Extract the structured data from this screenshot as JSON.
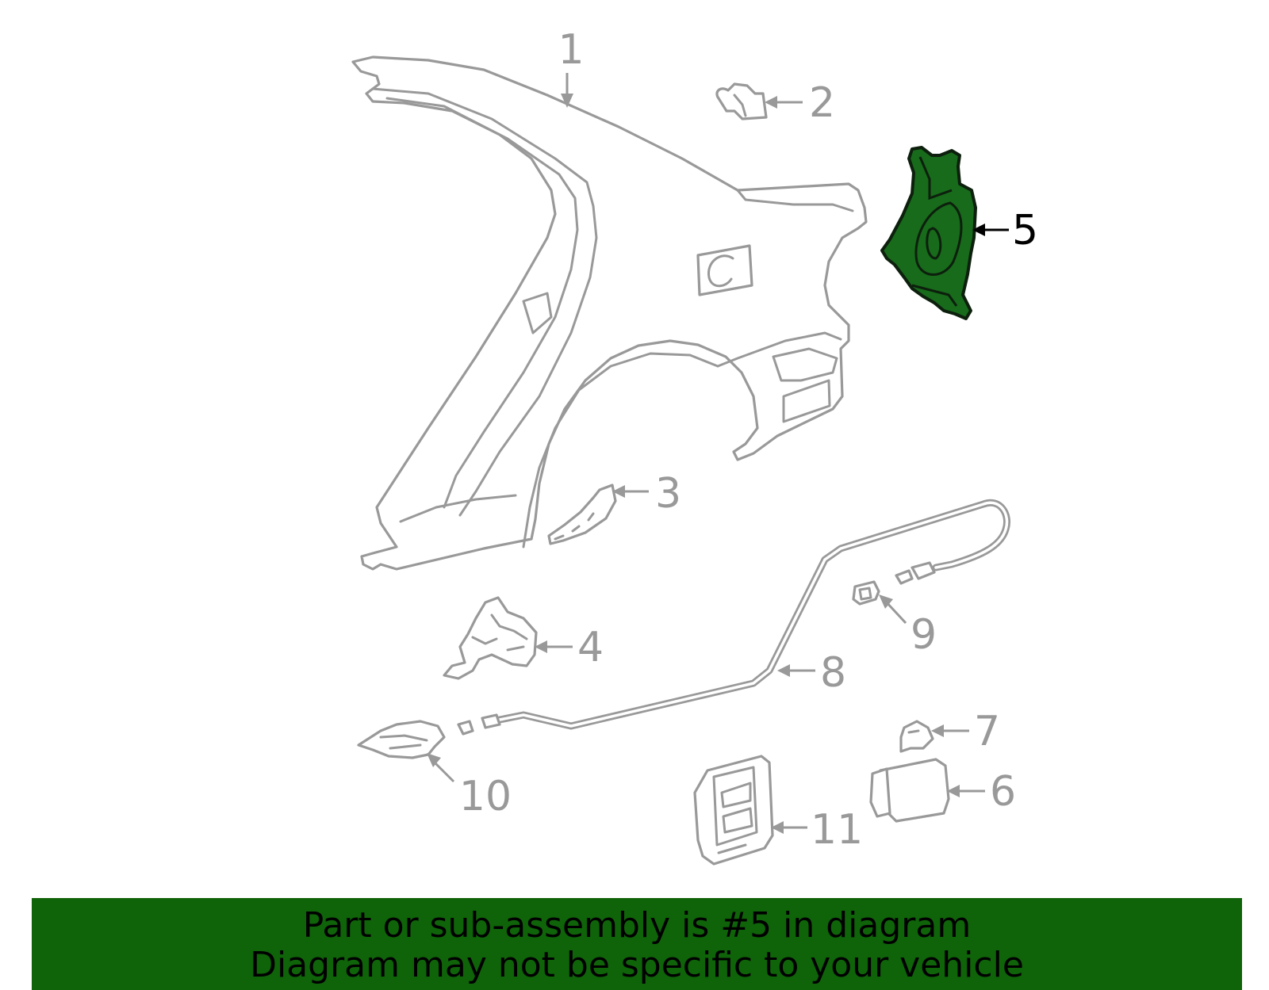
{
  "callouts": {
    "c1": "1",
    "c2": "2",
    "c3": "3",
    "c4": "4",
    "c5": "5",
    "c6": "6",
    "c7": "7",
    "c8": "8",
    "c9": "9",
    "c10": "10",
    "c11": "11"
  },
  "highlighted_part": "5",
  "colors": {
    "line": "#999999",
    "highlight_fill": "#176b1b",
    "banner": "#0f6309"
  },
  "banner": {
    "line1": "Part or sub-assembly is #5 in diagram",
    "line2": "Diagram may not be specific to your vehicle"
  }
}
